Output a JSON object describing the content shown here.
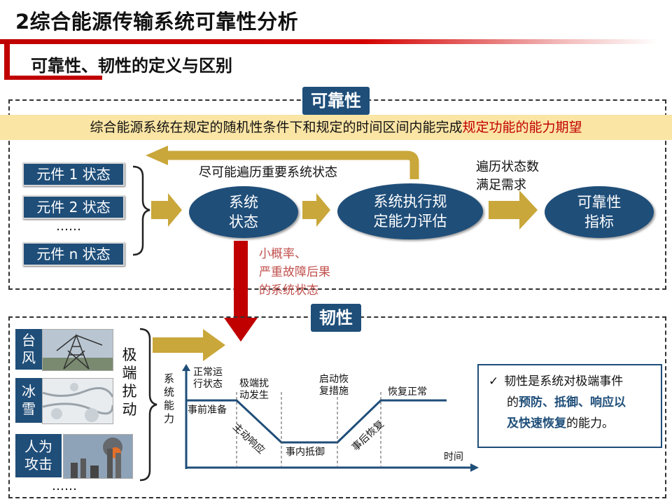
{
  "header": {
    "title": "2综合能源传输系统可靠性分析",
    "subtitle": "可靠性、韧性的定义与区别"
  },
  "reliability": {
    "label": "可靠性",
    "definition_prefix": "综合能源系统在规定的随机性条件下和规定的时间区间内能完成",
    "definition_emphasis": "规定功能的能力期望",
    "components": [
      "元件 1 状态",
      "元件 2 状态",
      "……",
      "元件 n 状态"
    ],
    "loop_text": "尽可能遍历重要系统状态",
    "traverse_text_1": "遍历状态数",
    "traverse_text_2": "满足需求",
    "node_system_state": "系统\n状态",
    "node_evaluation": "系统执行规\n定能力评估",
    "node_index": "可靠性\n指标",
    "low_prob_1": "小概率、",
    "low_prob_2": "严重故障后果",
    "low_prob_3": "的系统状态"
  },
  "resilience": {
    "label": "韧性",
    "disturbances": [
      "台\n风",
      "冰\n雪",
      "人为\n攻击"
    ],
    "more": "……",
    "extreme_label": "极\n端\n扰\n动",
    "chart": {
      "ylabel": "系\n统\n能\n力",
      "xlabel": "时间",
      "normal_state": "正常运\n行状态",
      "prep": "事前准备",
      "extreme_occurs": "极端扰\n动发生",
      "active_response": "主动响应",
      "during_resist": "事内抵御",
      "start_recovery": "启动恢\n复措施",
      "post_recovery": "事后恢复",
      "recovery_normal": "恢复正常"
    },
    "note": {
      "check": "✓",
      "text_1": "韧性是系统对极端事件",
      "text_2_prefix": "的",
      "text_2_bold": "预防、抵御、响应以",
      "text_3_bold": "及快速恢复",
      "text_3_suffix": "的能力。"
    }
  },
  "colors": {
    "navy": "#1f4e79",
    "gold_arrow": "#c9a73a",
    "red": "#c00000",
    "band": "#fbe5a5"
  }
}
